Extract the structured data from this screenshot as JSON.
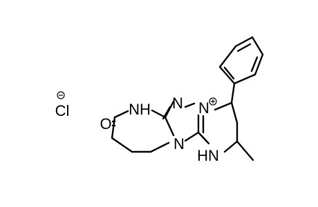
{
  "molecule": {
    "atoms": {
      "ring_nh_left": "NH",
      "ring_n_upper": "N",
      "ring_n_cation": "N",
      "ring_n_bridge": "N",
      "ring_nh_lower": "HN",
      "carbonyl_o": "O",
      "counter_ion": "Cl"
    },
    "charges": {
      "cation": "+",
      "anion": "−"
    }
  }
}
